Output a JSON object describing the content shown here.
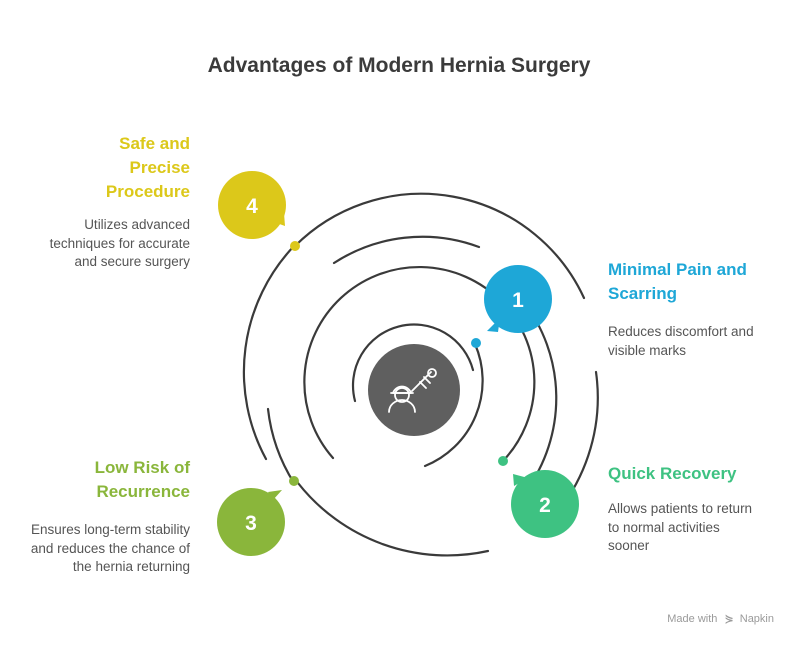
{
  "title": "Advantages of Modern Hernia Surgery",
  "center_icon": "surgeon-with-surgical-instrument-icon",
  "colors": {
    "step1": "#1ea7d7",
    "step2": "#3ec282",
    "step3": "#8ab63b",
    "step4": "#dcc81a",
    "center": "#5f5f5f",
    "rings": "#3a3a3a"
  },
  "steps": [
    {
      "number": "1",
      "heading": "Minimal Pain and Scarring",
      "description": "Reduces discomfort and visible marks"
    },
    {
      "number": "2",
      "heading": "Quick Recovery",
      "description": "Allows patients to return to normal activities sooner"
    },
    {
      "number": "3",
      "heading": "Low Risk of Recurrence",
      "description": "Ensures long-term stability and reduces the chance of the hernia returning"
    },
    {
      "number": "4",
      "heading": "Safe and Precise Procedure",
      "description": "Utilizes advanced techniques for accurate and secure surgery"
    }
  ],
  "footer": {
    "made_with": "Made with",
    "brand": "Napkin"
  }
}
